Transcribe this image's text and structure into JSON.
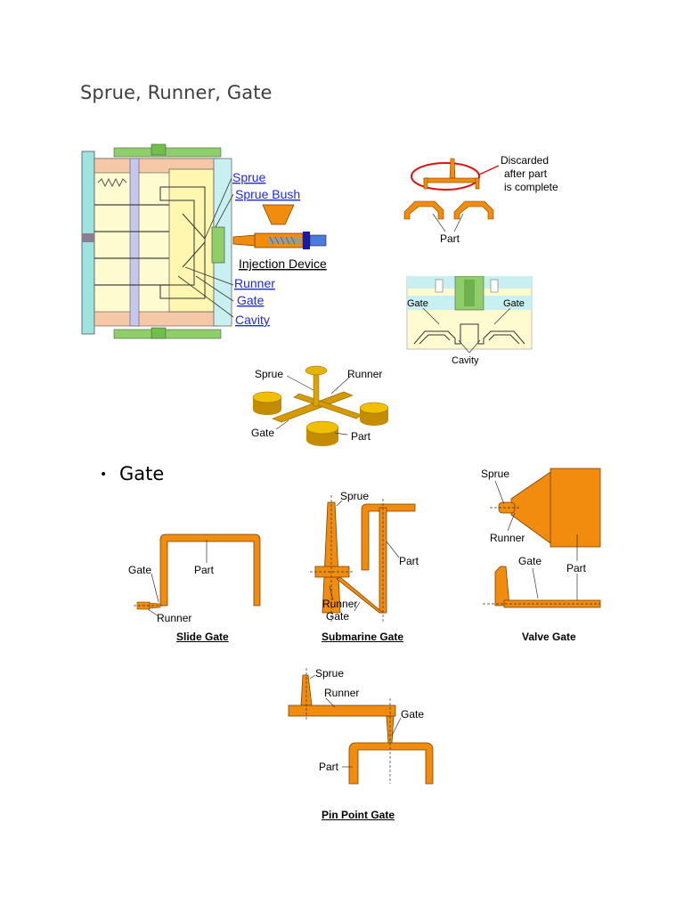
{
  "heading": "Sprue, Runner, Gate",
  "bullet": {
    "symbol": "•",
    "label": "Gate"
  },
  "mold_diagram": {
    "labels": {
      "sprue": "Sprue",
      "sprue_bush": "Sprue Bush",
      "injection_device": "Injection Device",
      "runner": "Runner",
      "gate": "Gate",
      "cavity": "Cavity"
    }
  },
  "discard_diagram": {
    "discarded_line1": "Discarded",
    "discarded_line2": "after part",
    "discarded_line3": "is complete",
    "part": "Part"
  },
  "cavity_diagram": {
    "gate_left": "Gate",
    "gate_right": "Gate",
    "cavity": "Cavity"
  },
  "runner_3d": {
    "sprue": "Sprue",
    "runner": "Runner",
    "gate": "Gate",
    "part": "Part"
  },
  "slide_gate": {
    "gate": "Gate",
    "part": "Part",
    "runner": "Runner",
    "caption": "Slide Gate"
  },
  "submarine_gate": {
    "sprue": "Sprue",
    "part": "Part",
    "runner": "Runner",
    "gate": "Gate",
    "caption": "Submarine Gate"
  },
  "valve_gate": {
    "sprue": "Sprue",
    "runner": "Runner",
    "gate": "Gate",
    "part": "Part",
    "caption": "Valve Gate"
  },
  "pin_point_gate": {
    "sprue": "Sprue",
    "runner": "Runner",
    "gate": "Gate",
    "part": "Part",
    "caption": "Pin Point Gate"
  },
  "colors": {
    "orange": "#f28c0f",
    "link_blue": "#1f2bd6",
    "lightgreen": "#8fcf6a"
  }
}
